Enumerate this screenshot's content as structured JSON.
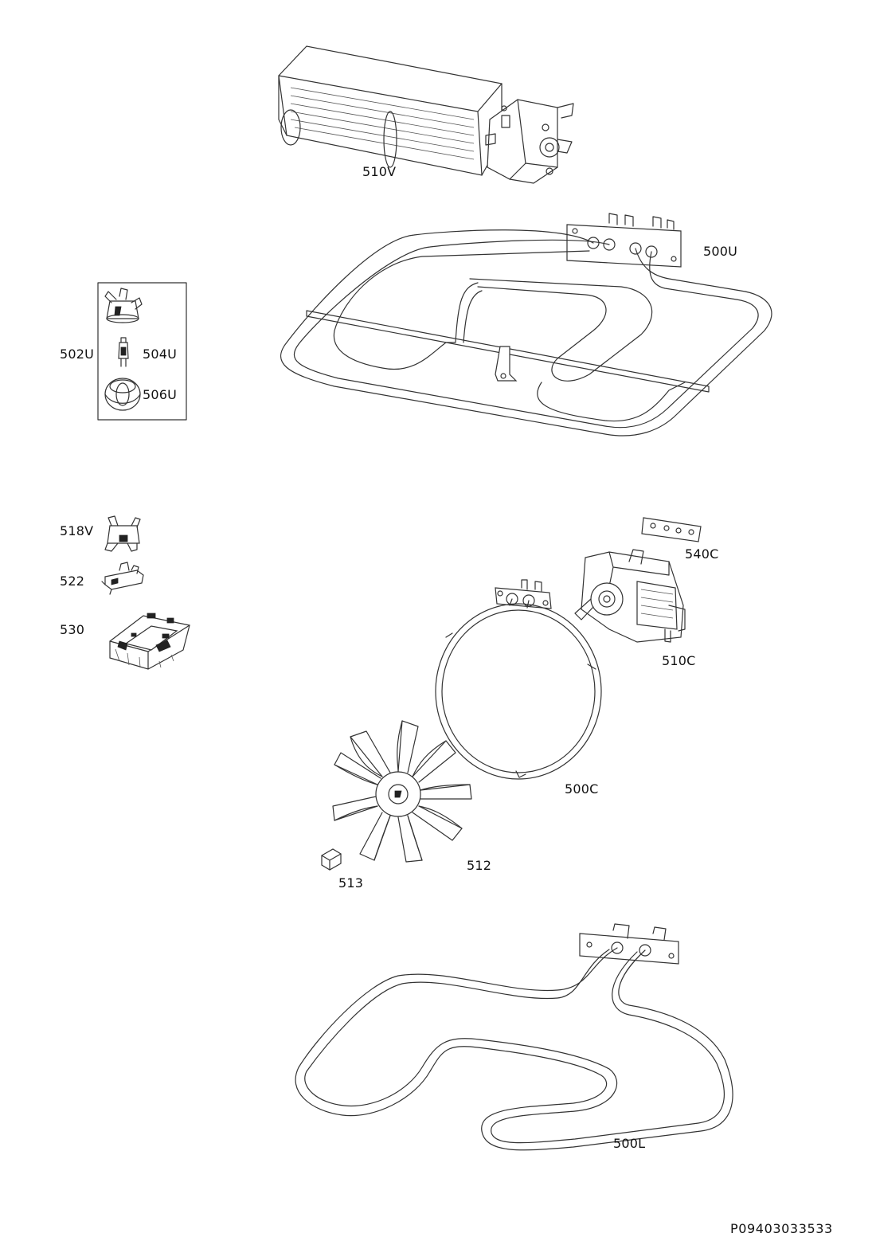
{
  "parts": [
    {
      "label": "510V",
      "name": "tangential-fan"
    },
    {
      "label": "500U",
      "name": "top-heating-element"
    },
    {
      "label": "502U",
      "name": "lamp-assembly"
    },
    {
      "label": "504U",
      "name": "lamp-bulb"
    },
    {
      "label": "506U",
      "name": "lamp-cover"
    },
    {
      "label": "518V",
      "name": "thermostat"
    },
    {
      "label": "522",
      "name": "door-switch"
    },
    {
      "label": "530",
      "name": "control-board"
    },
    {
      "label": "540C",
      "name": "gasket-plate"
    },
    {
      "label": "510C",
      "name": "fan-motor"
    },
    {
      "label": "500C",
      "name": "circular-heating-element"
    },
    {
      "label": "512",
      "name": "fan-blade"
    },
    {
      "label": "513",
      "name": "fan-nut"
    },
    {
      "label": "500L",
      "name": "bottom-heating-element"
    }
  ],
  "drawing_code": "P09403033533"
}
